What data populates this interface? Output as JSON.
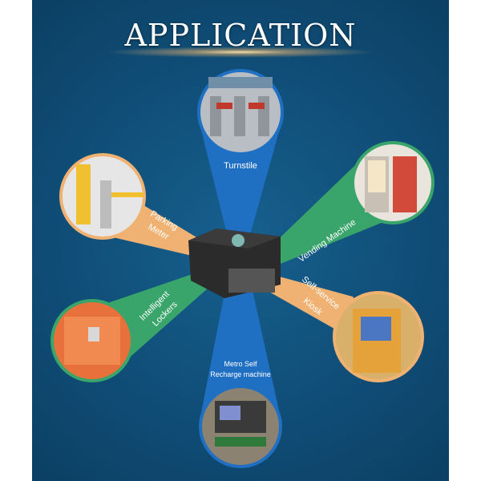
{
  "title": "APPLICATION",
  "applications": [
    {
      "label": "Turnstile",
      "color": "#1f6fc2"
    },
    {
      "label": "Vending Machine",
      "color": "#3aa56a"
    },
    {
      "label": "Self-service",
      "label2": "Kiosk",
      "color": "#f0b272"
    },
    {
      "label": "Metro Self",
      "label2": "Recharge machine",
      "color": "#1f6fc2"
    },
    {
      "label": "Intelligent",
      "label2": "Lockers",
      "color": "#3aa56a"
    },
    {
      "label": "Parking",
      "label2": "Meter",
      "color": "#f0b272"
    }
  ],
  "colors": {
    "background": "#0f4c75",
    "device": "#2b2b2b"
  }
}
